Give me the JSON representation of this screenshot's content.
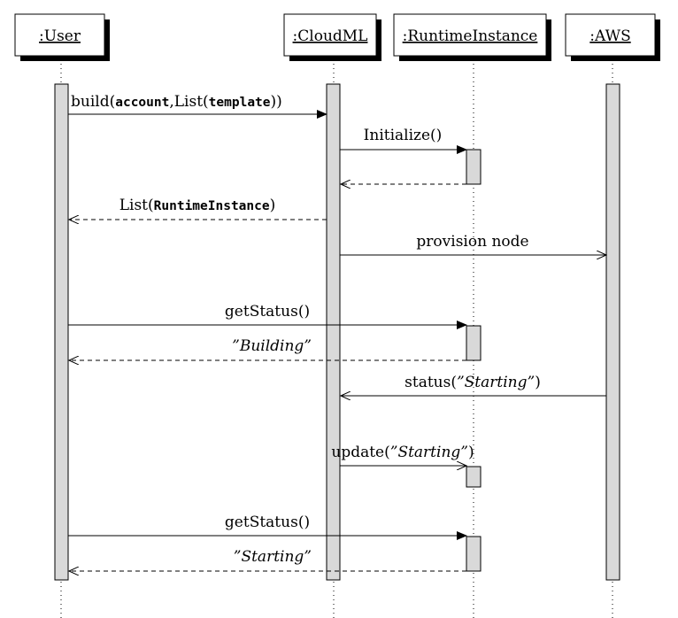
{
  "participants": [
    {
      "id": "user",
      "label": ":User"
    },
    {
      "id": "cloudml",
      "label": ":CloudML"
    },
    {
      "id": "runtime",
      "label": ":RuntimeInstance"
    },
    {
      "id": "aws",
      "label": ":AWS"
    }
  ],
  "messages": [
    {
      "id": "m1",
      "kind": "call",
      "parts": [
        {
          "t": "build(",
          "s": "n"
        },
        {
          "t": "account",
          "s": "m"
        },
        {
          "t": ",List(",
          "s": "n"
        },
        {
          "t": "template",
          "s": "m"
        },
        {
          "t": "))",
          "s": "n"
        }
      ]
    },
    {
      "id": "m2",
      "kind": "call",
      "parts": [
        {
          "t": "Initialize()",
          "s": "n"
        }
      ]
    },
    {
      "id": "m3",
      "kind": "return",
      "parts": []
    },
    {
      "id": "m4",
      "kind": "return",
      "parts": [
        {
          "t": "List(",
          "s": "n"
        },
        {
          "t": "RuntimeInstance",
          "s": "m"
        },
        {
          "t": ")",
          "s": "n"
        }
      ]
    },
    {
      "id": "m5",
      "kind": "async",
      "parts": [
        {
          "t": "provision node",
          "s": "n"
        }
      ]
    },
    {
      "id": "m6",
      "kind": "call",
      "parts": [
        {
          "t": "getStatus()",
          "s": "n"
        }
      ]
    },
    {
      "id": "m7",
      "kind": "return",
      "parts": [
        {
          "t": "”Building”",
          "s": "i"
        }
      ]
    },
    {
      "id": "m8",
      "kind": "async",
      "parts": [
        {
          "t": "status(",
          "s": "n"
        },
        {
          "t": "”Starting”",
          "s": "i"
        },
        {
          "t": ")",
          "s": "n"
        }
      ]
    },
    {
      "id": "m9",
      "kind": "async",
      "parts": [
        {
          "t": "update(",
          "s": "n"
        },
        {
          "t": "”Starting”",
          "s": "i"
        },
        {
          "t": ")",
          "s": "n"
        }
      ]
    },
    {
      "id": "m10",
      "kind": "call",
      "parts": [
        {
          "t": "getStatus()",
          "s": "n"
        }
      ]
    },
    {
      "id": "m11",
      "kind": "return",
      "parts": [
        {
          "t": "”Starting”",
          "s": "i"
        }
      ]
    }
  ],
  "colors": {
    "activation_fill": "#d9d9d9",
    "line": "#000000",
    "box_fill": "#ffffff",
    "shadow": "#000000"
  }
}
